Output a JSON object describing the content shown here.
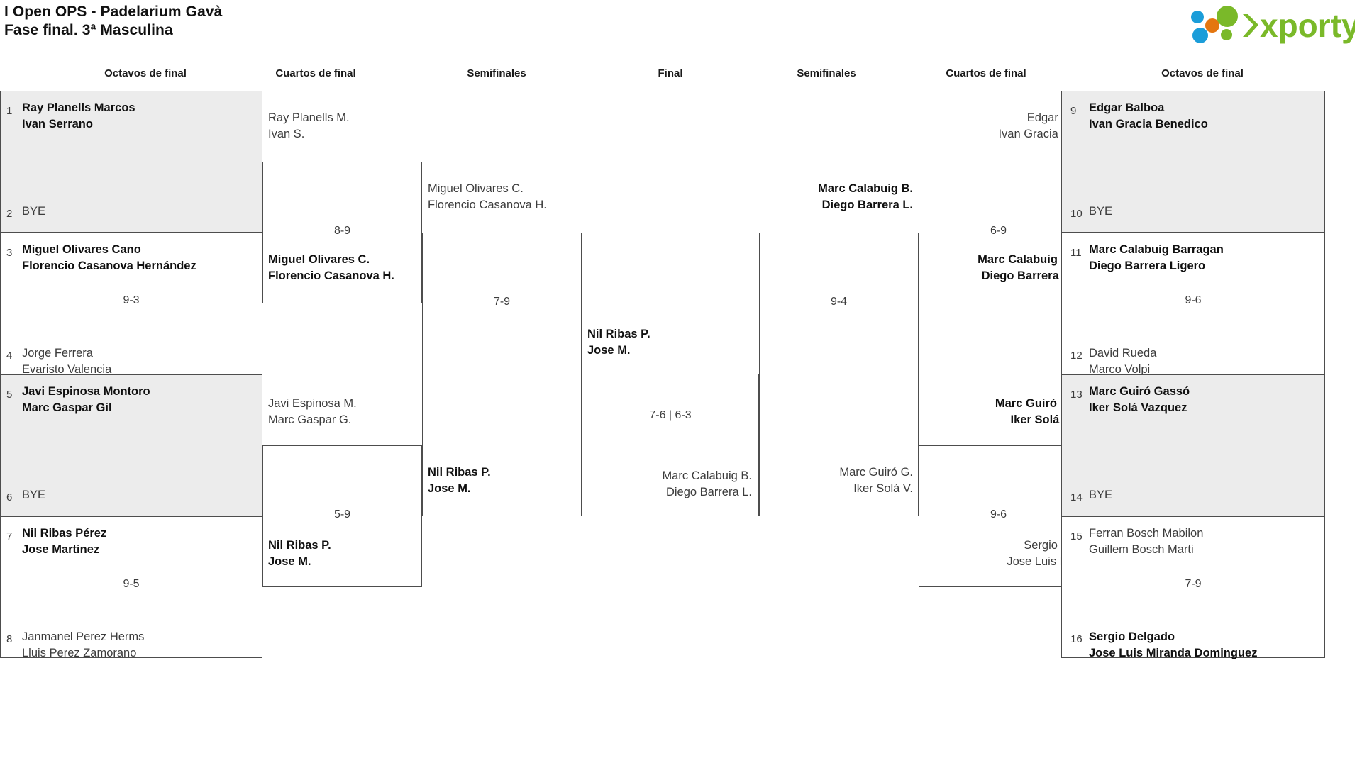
{
  "header": {
    "title_line1": "I Open OPS - Padelarium Gavà",
    "title_line2": "Fase final. 3ª Masculina",
    "logo_text": "xporty",
    "logo_colors": {
      "green": "#7ab929",
      "blue": "#1b9dd9",
      "orange": "#e4760f"
    }
  },
  "round_labels": {
    "octavos_left": "Octavos de final",
    "cuartos_left": "Cuartos de final",
    "semis_left": "Semifinales",
    "final": "Final",
    "semis_right": "Semifinales",
    "cuartos_right": "Cuartos de final",
    "octavos_right": "Octavos de final"
  },
  "bracket": {
    "left": {
      "octavos": [
        {
          "seed_top": "1",
          "top_line1": "Ray Planells Marcos",
          "top_line2": "Ivan Serrano",
          "top_winner": true,
          "seed_bot": "2",
          "bot_line1": "BYE",
          "bot_line2": "",
          "bot_winner": false,
          "score": "",
          "shaded": true
        },
        {
          "seed_top": "3",
          "top_line1": "Miguel Olivares Cano",
          "top_line2": "Florencio Casanova Hernández",
          "top_winner": true,
          "seed_bot": "4",
          "bot_line1": "Jorge Ferrera",
          "bot_line2": "Evaristo Valencia",
          "bot_winner": false,
          "score": "9-3",
          "shaded": false
        },
        {
          "seed_top": "5",
          "top_line1": "Javi Espinosa Montoro",
          "top_line2": "Marc Gaspar Gil",
          "top_winner": true,
          "seed_bot": "6",
          "bot_line1": "BYE",
          "bot_line2": "",
          "bot_winner": false,
          "score": "",
          "shaded": true
        },
        {
          "seed_top": "7",
          "top_line1": "Nil Ribas Pérez",
          "top_line2": "Jose Martinez",
          "top_winner": true,
          "seed_bot": "8",
          "bot_line1": "Janmanel Perez Herms",
          "bot_line2": "Lluis Perez Zamorano",
          "bot_winner": false,
          "score": "9-5",
          "shaded": false
        }
      ],
      "cuartos": [
        {
          "upper_line1": "Ray Planells M.",
          "upper_line2": "Ivan S.",
          "upper_winner": false,
          "lower_line1": "Miguel Olivares C.",
          "lower_line2": "Florencio Casanova H.",
          "lower_winner": true,
          "score": "8-9"
        },
        {
          "upper_line1": "Javi Espinosa M.",
          "upper_line2": "Marc Gaspar G.",
          "upper_winner": false,
          "lower_line1": "Nil Ribas P.",
          "lower_line2": "Jose M.",
          "lower_winner": true,
          "score": "5-9"
        }
      ],
      "semifinal": {
        "upper_line1": "Miguel Olivares C.",
        "upper_line2": "Florencio Casanova H.",
        "upper_winner": false,
        "lower_line1": "Nil Ribas P.",
        "lower_line2": "Jose M.",
        "lower_winner": true,
        "score": "7-9"
      }
    },
    "final": {
      "upper_line1": "Nil Ribas P.",
      "upper_line2": "Jose M.",
      "upper_winner": true,
      "lower_line1": "Marc Calabuig B.",
      "lower_line2": "Diego Barrera L.",
      "lower_winner": false,
      "score": "7-6 | 6-3"
    },
    "right": {
      "octavos": [
        {
          "seed_top": "9",
          "top_line1": "Edgar Balboa",
          "top_line2": "Ivan Gracia Benedico",
          "top_winner": true,
          "seed_bot": "10",
          "bot_line1": "BYE",
          "bot_line2": "",
          "bot_winner": false,
          "score": "",
          "shaded": true
        },
        {
          "seed_top": "11",
          "top_line1": "Marc Calabuig Barragan",
          "top_line2": "Diego Barrera Ligero",
          "top_winner": true,
          "seed_bot": "12",
          "bot_line1": "David Rueda",
          "bot_line2": "Marco Volpi",
          "bot_winner": false,
          "score": "9-6",
          "shaded": false
        },
        {
          "seed_top": "13",
          "top_line1": "Marc Guiró Gassó",
          "top_line2": "Iker Solá Vazquez",
          "top_winner": true,
          "seed_bot": "14",
          "bot_line1": "BYE",
          "bot_line2": "",
          "bot_winner": false,
          "score": "",
          "shaded": true
        },
        {
          "seed_top": "15",
          "top_line1": "Ferran Bosch Mabilon",
          "top_line2": "Guillem Bosch Marti",
          "top_winner": false,
          "seed_bot": "16",
          "bot_line1": "Sergio Delgado",
          "bot_line2": "Jose Luis Miranda Dominguez",
          "bot_winner": true,
          "score": "7-9",
          "shaded": false
        }
      ],
      "cuartos": [
        {
          "upper_line1": "Edgar B.",
          "upper_line2": "Ivan Gracia B.",
          "upper_winner": false,
          "lower_line1": "Marc Calabuig B.",
          "lower_line2": "Diego Barrera L.",
          "lower_winner": true,
          "score": "6-9"
        },
        {
          "upper_line1": "Marc Guiró G.",
          "upper_line2": "Iker Solá V.",
          "upper_winner": true,
          "lower_line1": "Sergio D.",
          "lower_line2": "Jose Luis M.",
          "lower_winner": false,
          "score": "9-6"
        }
      ],
      "semifinal": {
        "upper_line1": "Marc Calabuig B.",
        "upper_line2": "Diego Barrera L.",
        "upper_winner": true,
        "lower_line1": "Marc Guiró G.",
        "lower_line2": "Iker Solá V.",
        "lower_winner": false,
        "score": "9-4"
      }
    }
  }
}
